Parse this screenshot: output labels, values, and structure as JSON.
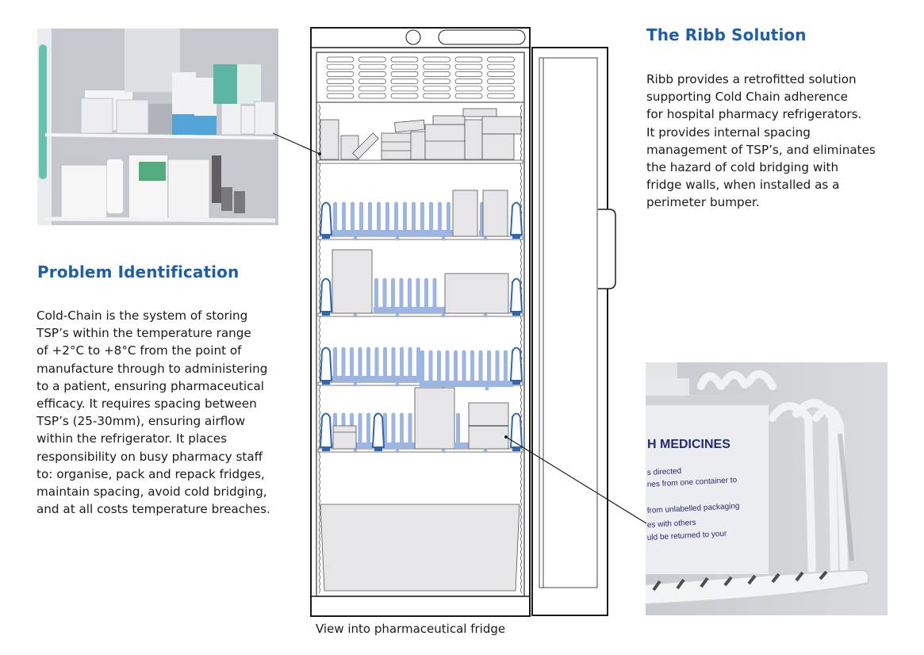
{
  "problem": {
    "title": "Problem Identification",
    "body": "Cold-Chain is the system of storing\nTSP’s within the temperature range\nof +2°C to +8°C from the point of\nmanufacture through to administering\nto a patient, ensuring pharmaceutical\nefficacy. It requires spacing between\nTSP’s (25-30mm), ensuring airflow\nwithin the refrigerator. It places\nresponsibility on busy pharmacy staff\nto: organise, pack and repack fridges,\nmaintain spacing, avoid cold bridging,\nand at all costs temperature breaches."
  },
  "solution": {
    "title": "The Ribb Solution",
    "body": "Ribb provides a retrofitted solution\nsupporting Cold Chain adherence\nfor hospital pharmacy refrigerators.\nIt provides internal spacing\nmanagement of TSP’s, and eliminates\nthe hazard of cold bridging with\nfridge walls, when installed as a\nperimeter bumper."
  },
  "diagram": {
    "caption": "View into pharmaceutical fridge",
    "colors": {
      "accent": "#1f5fa8",
      "ribb_fill": "#9db5e3",
      "ribb_outline": "#2f66b3",
      "box_fill": "#e6e6e8",
      "line": "#1a1a1a"
    }
  },
  "photos": {
    "top_left": {
      "subject": "cluttered pharmacy fridge shelves"
    },
    "bottom_right": {
      "subject": "medicine box held by Ribb spacer on wire shelf",
      "label_lines": [
        "H MEDICINES",
        "s directed",
        "nes from one container to",
        "from unlabelled packaging",
        "es with others",
        "uld be returned to your"
      ]
    }
  }
}
